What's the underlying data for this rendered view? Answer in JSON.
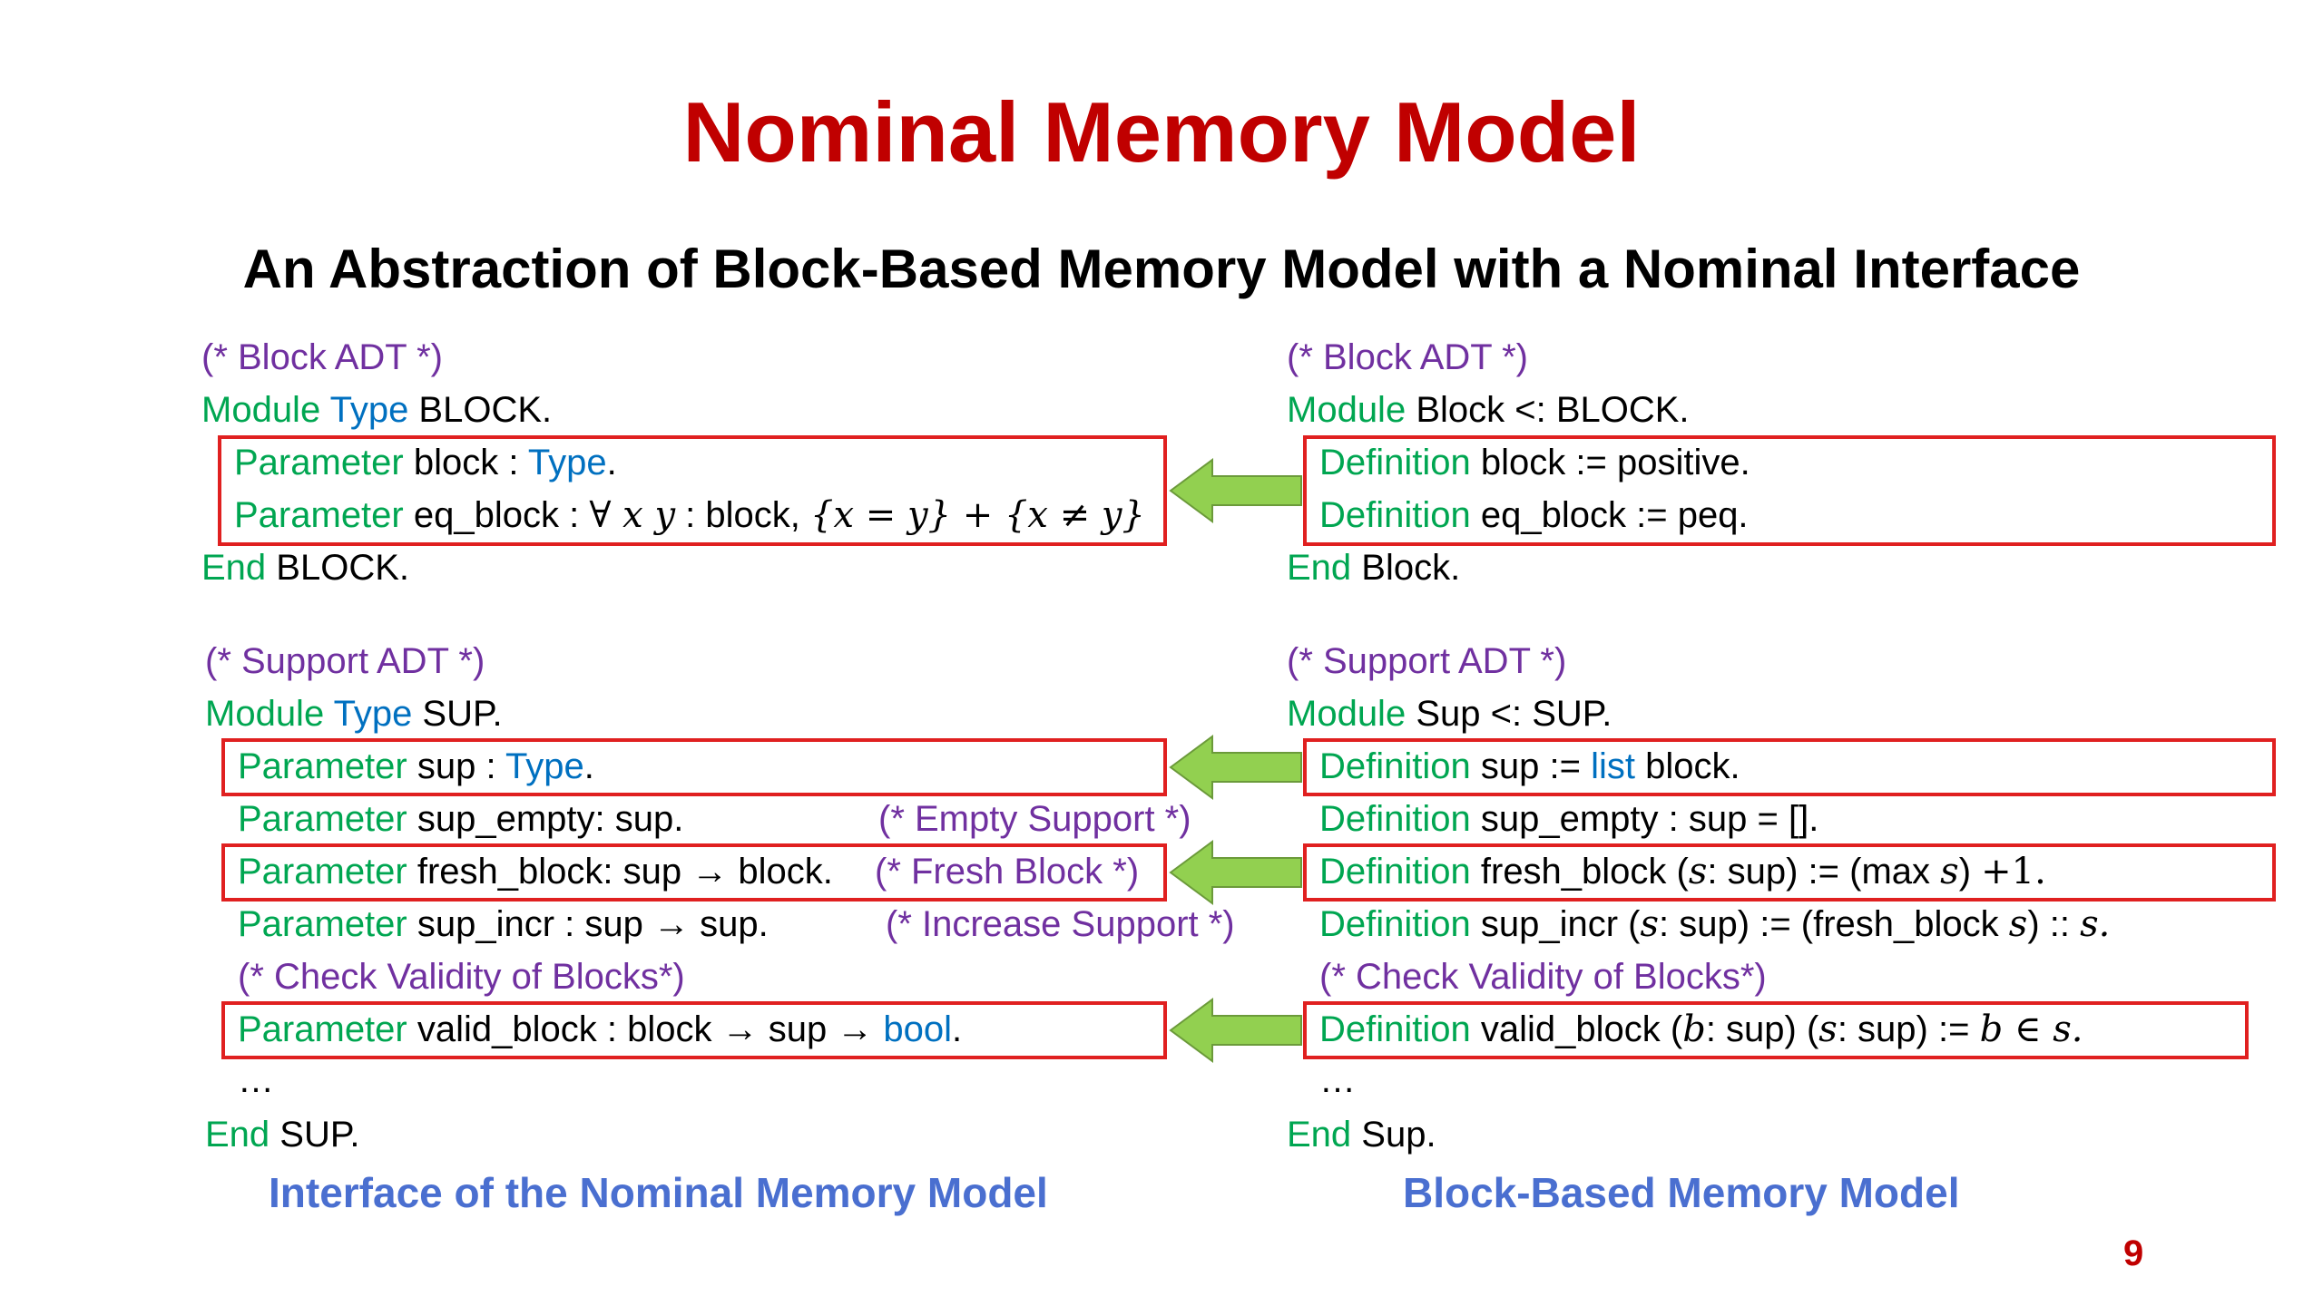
{
  "title": "Nominal Memory Model",
  "subtitle": "An Abstraction of Block-Based Memory Model with a Nominal Interface",
  "colors": {
    "title": "#c00000",
    "keyword_green": "#00a651",
    "keyword_blue": "#0070c0",
    "comment_purple": "#7030a0",
    "box_red": "#e02020",
    "arrow_green": "#92d050",
    "caption_blue": "#4a6fd0"
  },
  "left": {
    "block_comment": "(* Block ADT *)",
    "module_type_block": {
      "k1": "Module",
      "k2": "Type",
      "t": " BLOCK."
    },
    "param_block": {
      "k": "Parameter",
      "t": " block : ",
      "k2": "Type",
      "t2": "."
    },
    "param_eq_block": {
      "k": "Parameter",
      "t": " eq_block : ",
      "math": "∀ x y",
      "t2": " : block, ",
      "math2": "{x = y} + {x ≠ y}"
    },
    "end_block": {
      "k": "End",
      "t": " BLOCK."
    },
    "support_comment": "(* Support ADT *)",
    "module_type_sup": {
      "k1": "Module",
      "k2": "Type",
      "t": " SUP."
    },
    "param_sup": {
      "k": "Parameter",
      "t": " sup : ",
      "k2": "Type",
      "t2": "."
    },
    "param_sup_empty": {
      "k": "Parameter",
      "t": " sup_empty: sup.",
      "c": "(* Empty Support *)"
    },
    "param_fresh_block": {
      "k": "Parameter",
      "t": " fresh_block: sup → block.",
      "c": "(* Fresh Block *)"
    },
    "param_sup_incr": {
      "k": "Parameter",
      "t": " sup_incr : sup → sup.",
      "c": "(* Increase Support *)"
    },
    "check_comment": "(* Check Validity of Blocks*)",
    "param_valid_block": {
      "k": "Parameter",
      "t": " valid_block : block → sup → ",
      "k2": "bool",
      "t2": "."
    },
    "ellipsis": "…",
    "end_sup": {
      "k": "End",
      "t": " SUP."
    },
    "caption": "Interface of the Nominal Memory Model"
  },
  "right": {
    "block_comment": "(* Block ADT *)",
    "module_block": {
      "k": "Module",
      "t": " Block <: BLOCK."
    },
    "def_block": {
      "k": "Definition",
      "t": " block := positive."
    },
    "def_eq_block": {
      "k": "Definition",
      "t": " eq_block := peq."
    },
    "end_block": {
      "k": "End",
      "t": " Block."
    },
    "support_comment": "(* Support ADT *)",
    "module_sup": {
      "k": "Module",
      "t": " Sup <: SUP."
    },
    "def_sup": {
      "k": "Definition",
      "t": " sup := ",
      "k2": "list",
      "t2": " block."
    },
    "def_sup_empty": {
      "k": "Definition",
      "t": " sup_empty : sup = []."
    },
    "def_fresh_block": {
      "k": "Definition",
      "t": " fresh_block (",
      "m1": "s",
      "t2": ": sup) := (max ",
      "m2": "s",
      "t3": ") ",
      "m3": "+1."
    },
    "def_sup_incr": {
      "k": "Definition",
      "t": " sup_incr (",
      "m1": "s",
      "t2": ": sup) := (fresh_block ",
      "m2": "s",
      "t3": ") :: ",
      "m3": "s."
    },
    "check_comment": "(* Check Validity of Blocks*)",
    "def_valid_block": {
      "k": "Definition",
      "t": " valid_block (",
      "m1": "b",
      "t2": ": sup) (",
      "m2": "s",
      "t3": ": sup) := ",
      "m3": "b ∈ s."
    },
    "ellipsis": "…",
    "end_sup": {
      "k": "End",
      "t": " Sup."
    },
    "caption": "Block-Based Memory Model"
  },
  "page_number": "9"
}
